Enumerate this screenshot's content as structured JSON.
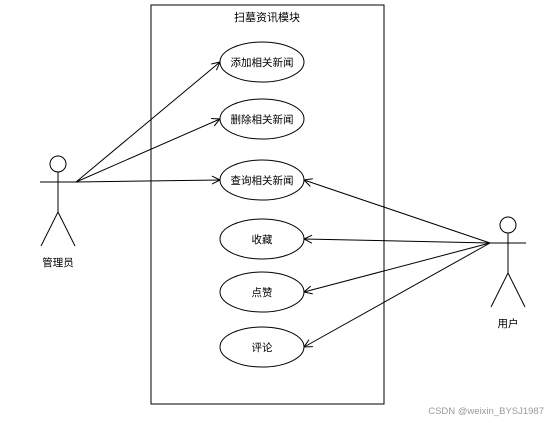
{
  "system": {
    "title": "扫墓资讯模块"
  },
  "actors": {
    "admin": {
      "label": "管理员"
    },
    "user": {
      "label": "用户"
    }
  },
  "use_cases": [
    {
      "id": "add-news",
      "label": "添加相关新闻"
    },
    {
      "id": "delete-news",
      "label": "删除相关新闻"
    },
    {
      "id": "query-news",
      "label": "查询相关新闻"
    },
    {
      "id": "favorite",
      "label": "收藏"
    },
    {
      "id": "like",
      "label": "点赞"
    },
    {
      "id": "comment",
      "label": "评论"
    }
  ],
  "associations": [
    {
      "from": "admin",
      "to": "add-news"
    },
    {
      "from": "admin",
      "to": "delete-news"
    },
    {
      "from": "admin",
      "to": "query-news"
    },
    {
      "from": "user",
      "to": "query-news"
    },
    {
      "from": "user",
      "to": "favorite"
    },
    {
      "from": "user",
      "to": "like"
    },
    {
      "from": "user",
      "to": "comment"
    }
  ],
  "watermark": "CSDN @weixin_BYSJ1987",
  "colors": {
    "stroke": "#000000",
    "background": "#ffffff",
    "watermark": "#9a9a9a"
  }
}
